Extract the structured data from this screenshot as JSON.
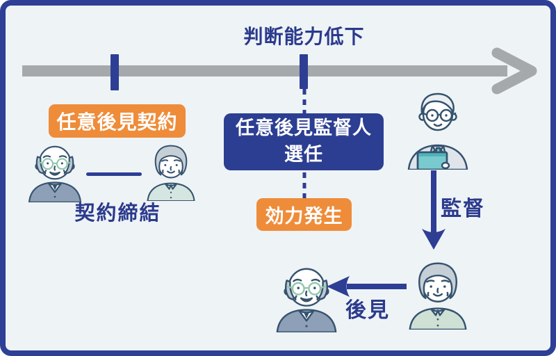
{
  "diagram": {
    "title": "判断能力低下",
    "left_section": {
      "badge": "任意後見契約",
      "caption": "契約締結",
      "illustrations": [
        "elderly-man",
        "elderly-woman"
      ]
    },
    "center_section": {
      "box_line1": "任意後見監督人",
      "box_line2": "選任",
      "badge": "効力発生"
    },
    "right_section": {
      "supervision_label": "監督",
      "guardianship_label": "後見",
      "illustrations": [
        "supervisor-man",
        "guardian-woman",
        "elderly-man-ward"
      ]
    },
    "colors": {
      "navy": "#2d3e94",
      "navy_box": "#2c3e92",
      "border_navy": "#2e3f96",
      "orange": "#ee8c3a",
      "timeline_gray": "#a6a9ab",
      "background": "#eef3f6",
      "text_navy": "#2b3a8c"
    }
  }
}
